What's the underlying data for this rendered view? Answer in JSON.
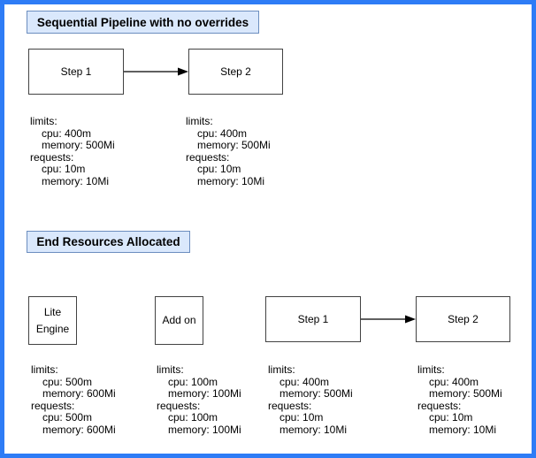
{
  "colors": {
    "frame_border": "#2e7cf6",
    "section_title_fill": "#dae8fc",
    "section_title_border": "#6c8ebf",
    "node_border": "#424242",
    "node_fill": "#ffffff",
    "arrow": "#000000",
    "text": "#000000"
  },
  "sections": [
    {
      "title": "Sequential Pipeline with no overrides",
      "nodes": [
        {
          "label": "Step 1"
        },
        {
          "label": "Step 2"
        }
      ],
      "connections": [
        {
          "from": "Step 1",
          "to": "Step 2"
        }
      ],
      "resources": [
        {
          "lines": [
            "limits:",
            "cpu: 400m",
            "memory: 500Mi",
            "requests:",
            "cpu: 10m",
            "memory: 10Mi"
          ]
        },
        {
          "lines": [
            "limits:",
            "cpu: 400m",
            "memory: 500Mi",
            "requests:",
            "cpu: 10m",
            "memory: 10Mi"
          ]
        }
      ]
    },
    {
      "title": "End Resources Allocated",
      "nodes": [
        {
          "label": "Lite Engine"
        },
        {
          "label": "Add on"
        },
        {
          "label": "Step 1"
        },
        {
          "label": "Step 2"
        }
      ],
      "connections": [
        {
          "from": "Step 1",
          "to": "Step 2"
        }
      ],
      "resources": [
        {
          "lines": [
            "limits:",
            "cpu: 500m",
            "memory: 600Mi",
            "requests:",
            "cpu: 500m",
            "memory: 600Mi"
          ]
        },
        {
          "lines": [
            "limits:",
            "cpu: 100m",
            "memory: 100Mi",
            "requests:",
            "cpu: 100m",
            "memory: 100Mi"
          ]
        },
        {
          "lines": [
            "limits:",
            "cpu: 400m",
            "memory: 500Mi",
            "requests:",
            "cpu: 10m",
            "memory: 10Mi"
          ]
        },
        {
          "lines": [
            "limits:",
            "cpu: 400m",
            "memory: 500Mi",
            "requests:",
            "cpu: 10m",
            "memory: 10Mi"
          ]
        }
      ]
    }
  ]
}
